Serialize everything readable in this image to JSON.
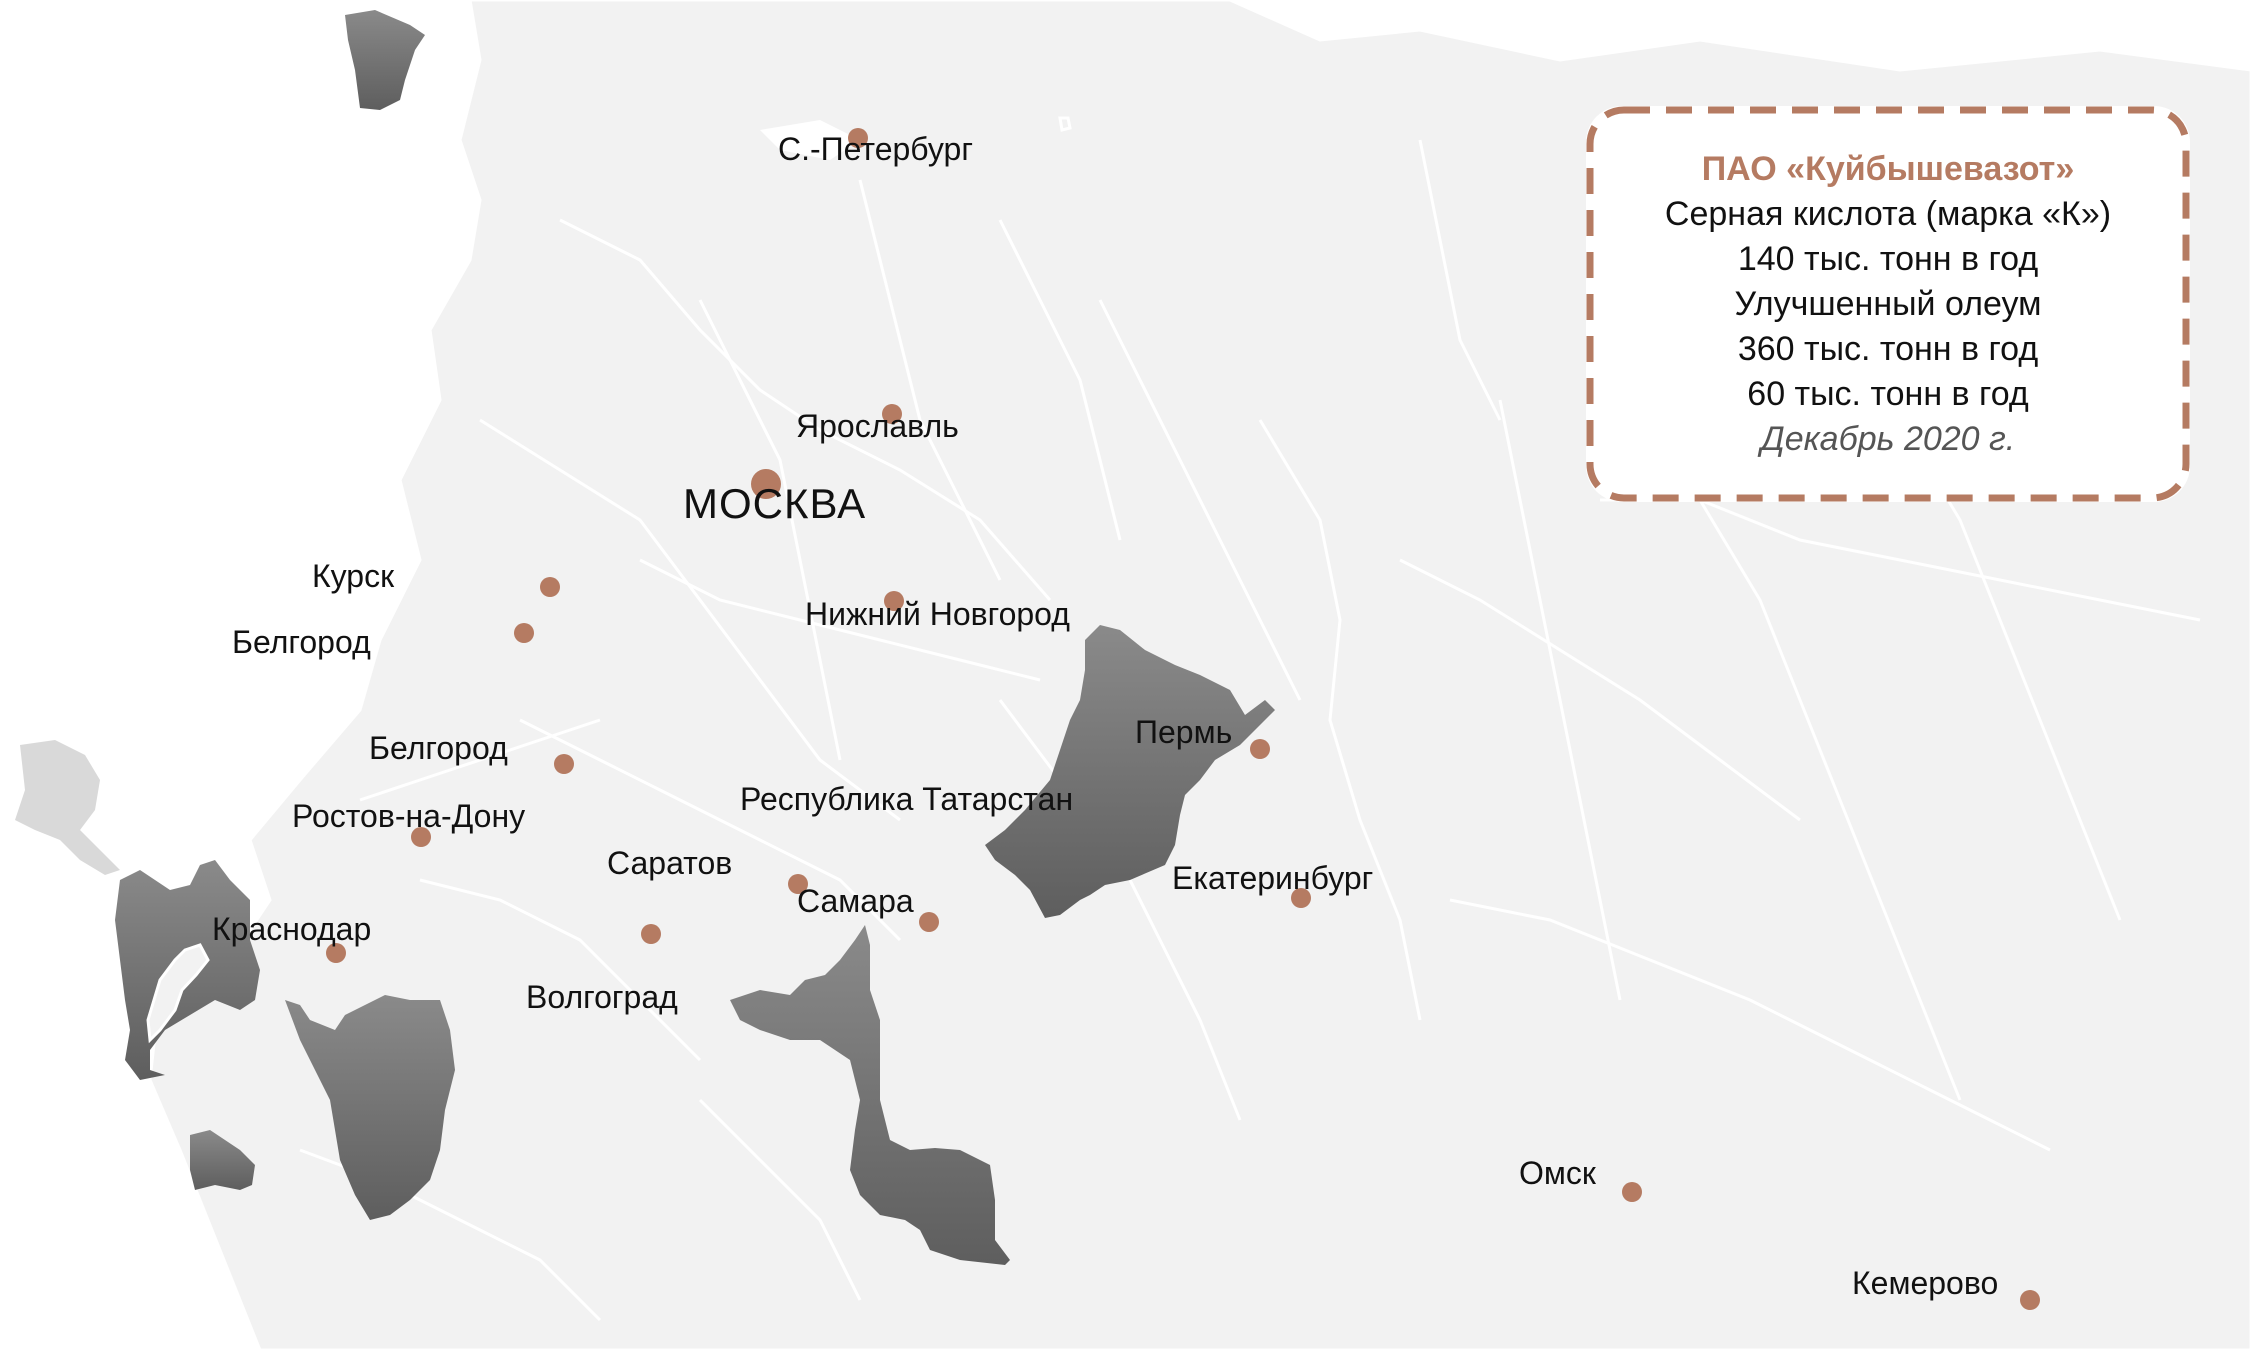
{
  "colors": {
    "land": "#f2f2f2",
    "border": "#ffffff",
    "highlight": "#6e6e6e",
    "foreign": "#d9d9d9",
    "dot": "#b57b62",
    "card_border": "#b57b62",
    "card_title": "#b57b62"
  },
  "map": {
    "cities": [
      {
        "id": "spb",
        "label": "С.-Петербург",
        "icon": "city-dot"
      },
      {
        "id": "yaroslavl",
        "label": "Ярославль",
        "icon": "city-dot"
      },
      {
        "id": "moscow",
        "label": "МОСКВА",
        "icon": "capital-dot",
        "capital": true
      },
      {
        "id": "kursk",
        "label": "Курск",
        "icon": "city-dot"
      },
      {
        "id": "belgorod1",
        "label": "Белгород",
        "icon": "city-dot"
      },
      {
        "id": "nizhny",
        "label": "Нижний Новгород",
        "icon": "city-dot"
      },
      {
        "id": "perm",
        "label": "Пермь",
        "icon": "city-dot"
      },
      {
        "id": "belgorod2",
        "label": "Белгород",
        "icon": "city-dot"
      },
      {
        "id": "tatarstan",
        "label": "Республика Татарстан",
        "icon": null
      },
      {
        "id": "rostov",
        "label": "Ростов-на-Дону",
        "icon": "city-dot"
      },
      {
        "id": "saratov",
        "label": "Саратов",
        "icon": "city-dot"
      },
      {
        "id": "samara",
        "label": "Самара",
        "icon": "city-dot"
      },
      {
        "id": "ekb",
        "label": "Екатеринбург",
        "icon": "city-dot"
      },
      {
        "id": "krasnodar",
        "label": "Краснодар",
        "icon": "city-dot"
      },
      {
        "id": "volgograd",
        "label": "Волгоград",
        "icon": "city-dot"
      },
      {
        "id": "omsk",
        "label": "Омск",
        "icon": "city-dot"
      },
      {
        "id": "kemerovo",
        "label": "Кемерово",
        "icon": "city-dot"
      }
    ]
  },
  "card": {
    "title": "ПАО «Куйбышевазот»",
    "lines": [
      "Серная кислота (марка «К»)",
      "140 тыс. тонн в год",
      "Улучшенный олеум",
      "360 тыс. тонн в год",
      "60 тыс. тонн в год"
    ],
    "date": "Декабрь 2020 г."
  }
}
